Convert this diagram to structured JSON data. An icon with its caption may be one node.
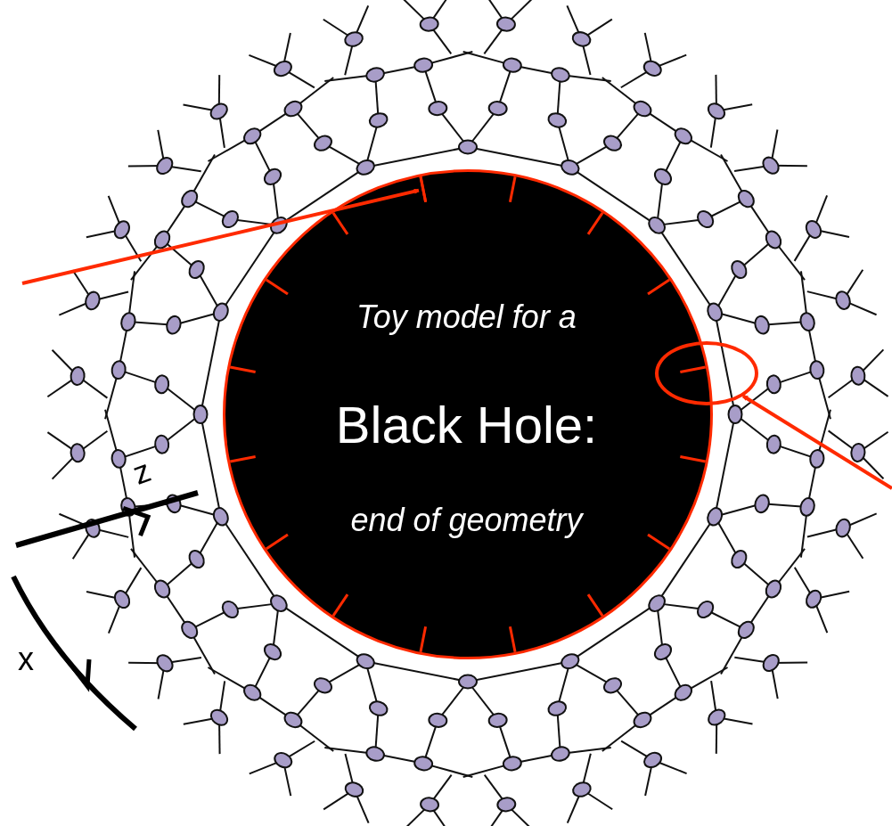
{
  "diagram": {
    "nodes": [
      {
        "text": [
          "Toy model for a",
          "Black Hole:",
          "end of geometry"
        ]
      },
      {
        "text": [],
        "shape": "bar",
        "in": 0
      },
      {
        "text": [],
        "shape": "circle"
      }
    ],
    "edges": [
      {
        "from": null,
        "to": 1,
        "arrow": "to"
      },
      {
        "from": null,
        "to": 2,
        "arrow": "to"
      }
    ],
    "labels": [
      "z",
      "x"
    ]
  }
}
